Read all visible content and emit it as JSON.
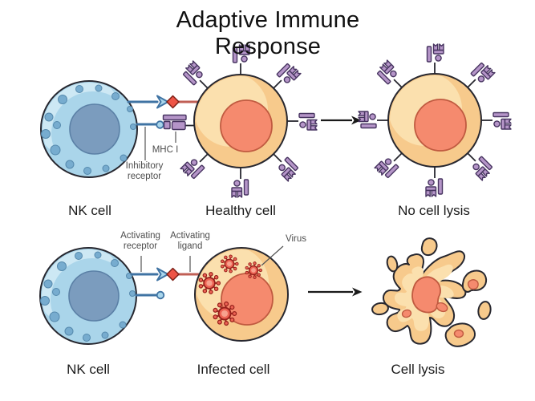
{
  "title": "Adaptive Immune Response",
  "rows": [
    {
      "nk_label": "NK cell",
      "target_label": "Healthy cell",
      "result_label": "No cell lysis",
      "callouts": {
        "mhc": "MHC I",
        "inhibitory": "Inhibitory\nreceptor"
      }
    },
    {
      "nk_label": "NK cell",
      "target_label": "Infected cell",
      "result_label": "Cell lysis",
      "callouts": {
        "activating_receptor": "Activating\nreceptor",
        "activating_ligand": "Activating\nligand",
        "virus": "Virus"
      }
    }
  ],
  "icons": {
    "mhc_receptor": "mhc-i-receptor-icon",
    "virus": "virus-particle-icon",
    "arrow": "arrow-right-icon"
  },
  "palette": {
    "bg": "#ffffff",
    "title": "#111111",
    "label": "#1b1b1b",
    "callout": "#4d4d4d",
    "callout_line": "#555555",
    "outline": "#27272f",
    "nk_body": "#aad5ea",
    "nk_hl": "#cde8f4",
    "nk_nucleus": "#7b9cbe",
    "nk_nucleus_stroke": "#5b80a6",
    "nk_granule": "#77accf",
    "nk_granule_stroke": "#5589ad",
    "target_body": "#f7ca8c",
    "target_hl": "#fbe0ae",
    "nucleus": "#f58a6e",
    "nucleus_stroke": "#c05a40",
    "purple": "#b595c8",
    "purple_stroke": "#473460",
    "blue_line": "#3f73a3",
    "blue_fill": "#a9d6ec",
    "red_line": "#c05f55",
    "red_diamond": "#ee5446",
    "red_diamond_stroke": "#7e2017",
    "virus_body": "#ed6354",
    "virus_stroke": "#951f1a",
    "virus_center": "#f7a18e",
    "arrow": "#1a1a1a"
  }
}
